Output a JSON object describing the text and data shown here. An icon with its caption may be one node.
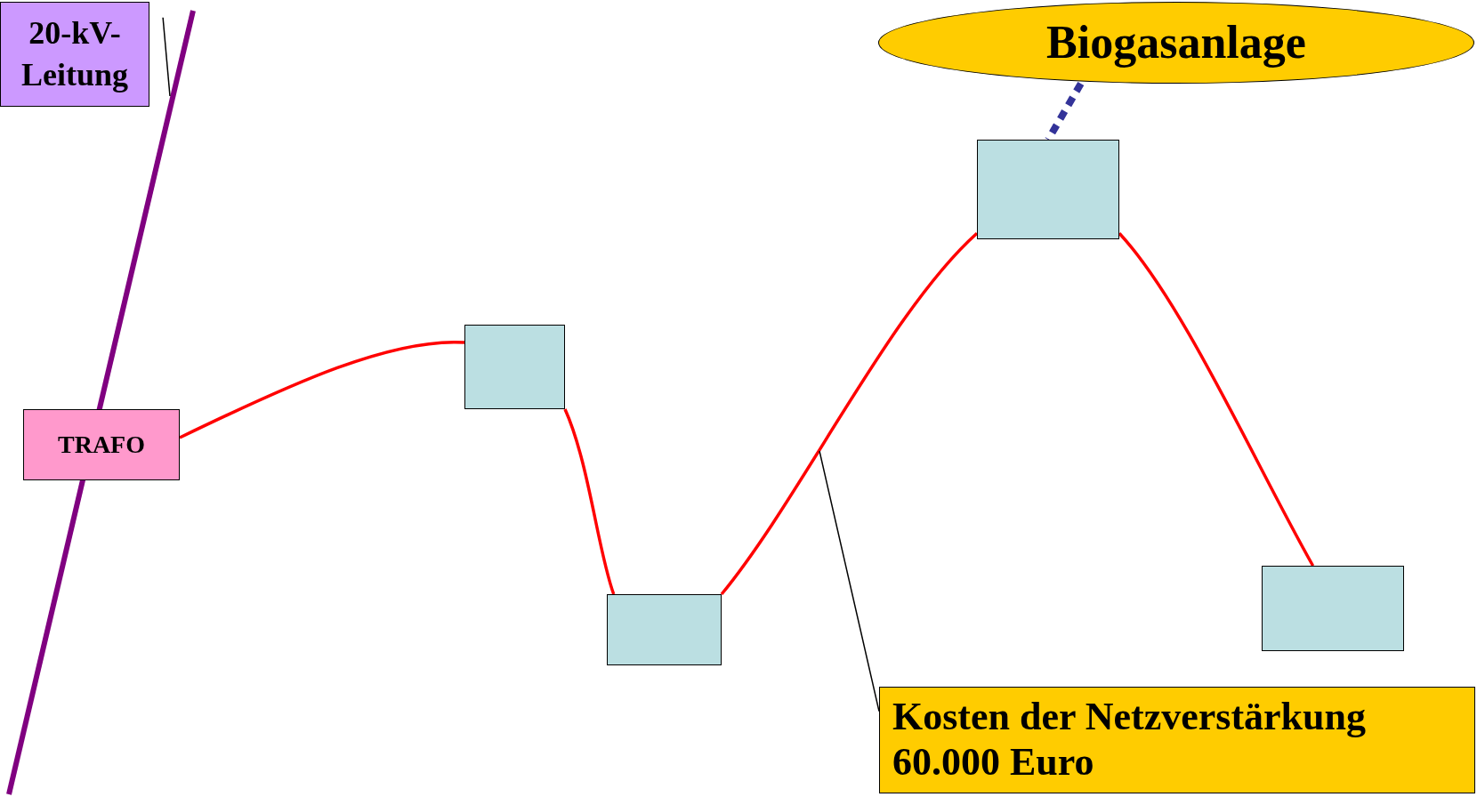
{
  "diagram": {
    "nodes": [
      {
        "text": [
          "20-kV-Leitung"
        ]
      },
      {
        "text": [
          "TRAFO"
        ]
      },
      {
        "text": [],
        "shape": "box"
      },
      {
        "text": [],
        "shape": "box"
      },
      {
        "text": [],
        "shape": "box"
      },
      {
        "text": [],
        "shape": "box"
      },
      {
        "text": [
          "Biogasanlage"
        ]
      },
      {
        "text": [
          "Kosten der Netzverstärkung 60.000 Euro"
        ]
      }
    ],
    "edges": [
      {
        "from": 0,
        "to": null,
        "arrow": "none",
        "color": "#000000"
      },
      {
        "from": 1,
        "to": 2,
        "arrow": "none"
      },
      {
        "from": 2,
        "to": 3,
        "arrow": "none"
      },
      {
        "from": 3,
        "to": 4,
        "arrow": "none"
      },
      {
        "from": 4,
        "to": 5,
        "arrow": "none"
      },
      {
        "from": 6,
        "to": 4,
        "arrow": "none",
        "style": "dashed",
        "color": "#333399"
      },
      {
        "from": 7,
        "to": null,
        "arrow": "none",
        "color": "#000000"
      }
    ]
  }
}
